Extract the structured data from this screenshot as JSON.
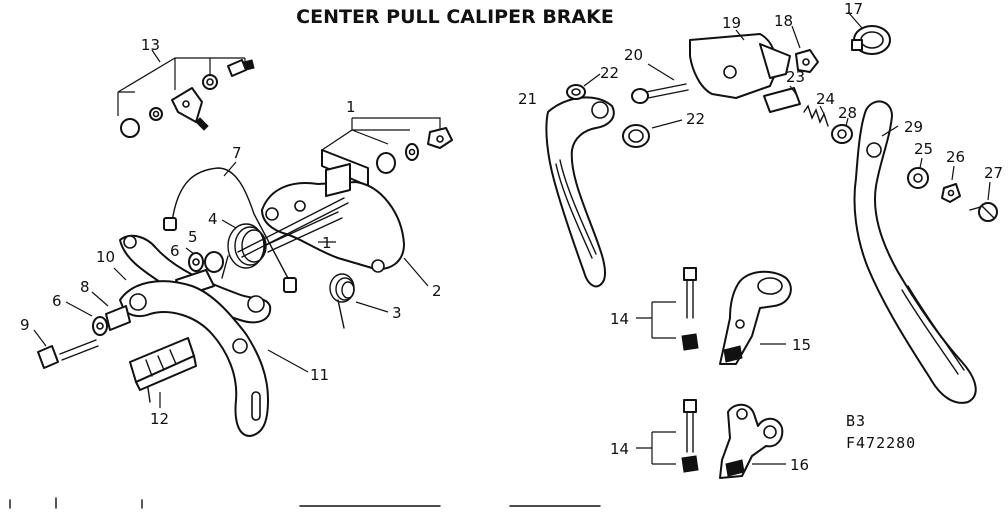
{
  "title": "CENTER PULL CALIPER BRAKE",
  "figure_code": {
    "line1": "B3",
    "line2": "F472280"
  },
  "part_numbers": {
    "p1a": "1",
    "p1b": "1",
    "p2": "2",
    "p3": "3",
    "p4": "4",
    "p5": "5",
    "p6a": "6",
    "p6b": "6",
    "p7": "7",
    "p8": "8",
    "p9": "9",
    "p10": "10",
    "p11": "11",
    "p12": "12",
    "p13": "13",
    "p14a": "14",
    "p14b": "14",
    "p15": "15",
    "p16": "16",
    "p17": "17",
    "p18": "18",
    "p19": "19",
    "p20": "20",
    "p21": "21",
    "p22a": "22",
    "p22b": "22",
    "p23": "23",
    "p24": "24",
    "p25": "25",
    "p26": "26",
    "p27": "27",
    "p28": "28",
    "p29": "29"
  }
}
